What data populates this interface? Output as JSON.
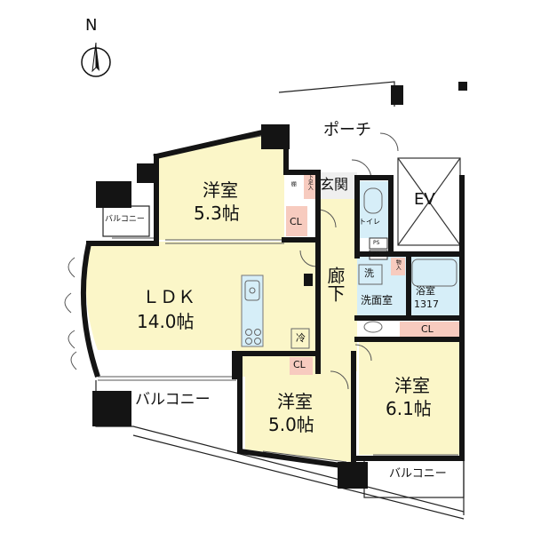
{
  "compass": {
    "letter": "N"
  },
  "colors": {
    "room": "#fbf6c8",
    "wet": "#d6eef8",
    "closet": "#f7cbbf",
    "entry": "#f0d3c8",
    "wall": "#141414"
  },
  "rooms": {
    "ldk": {
      "name": "ＬＤＫ",
      "size": "14.0帖"
    },
    "western1": {
      "name": "洋室",
      "size": "5.3帖"
    },
    "western2": {
      "name": "洋室",
      "size": "5.0帖"
    },
    "western3": {
      "name": "洋室",
      "size": "6.1帖"
    },
    "hallway": {
      "label": "廊下"
    },
    "entrance": {
      "label": "玄関"
    },
    "porch": {
      "label": "ポーチ"
    },
    "elevator": {
      "label": "EV"
    },
    "washroom": {
      "label": "洗面室"
    },
    "bath": {
      "label": "浴室",
      "size": "1317"
    },
    "toilet": {
      "label": "トイレ"
    }
  },
  "labels": {
    "closet": "CL",
    "shoe_box": "下足入",
    "shelf": "棚",
    "refrigerator": "冷",
    "washer": "洗",
    "pipe_space": "PS",
    "storage": "物入"
  },
  "balconies": {
    "main": "バルコニー",
    "left": "バルコニー",
    "right": "バルコニー"
  }
}
